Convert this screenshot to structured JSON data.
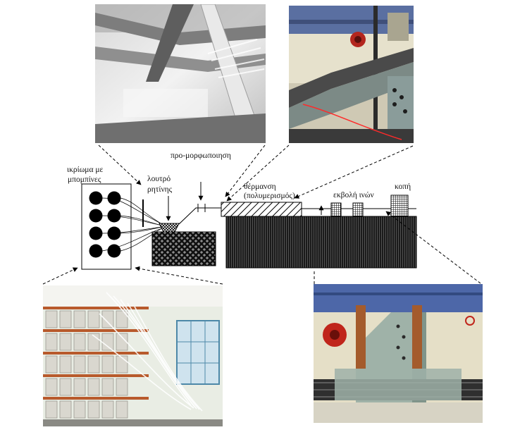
{
  "labels": {
    "creel_line1": "ικρίωμα με",
    "creel_line2": "μπομπίνες",
    "resin_line1": "λουτρό",
    "resin_line2": "ρητίνης",
    "preforming": "προ-μορφωποιηση",
    "heating_line1": "θέρμανση",
    "heating_line2": "(πολυμερισμός)",
    "pulling": "εκβολή ινών",
    "cutting": "κοπή"
  },
  "colors": {
    "line": "#000000",
    "machine_fill": "#222222",
    "paper": "#ffffff"
  }
}
